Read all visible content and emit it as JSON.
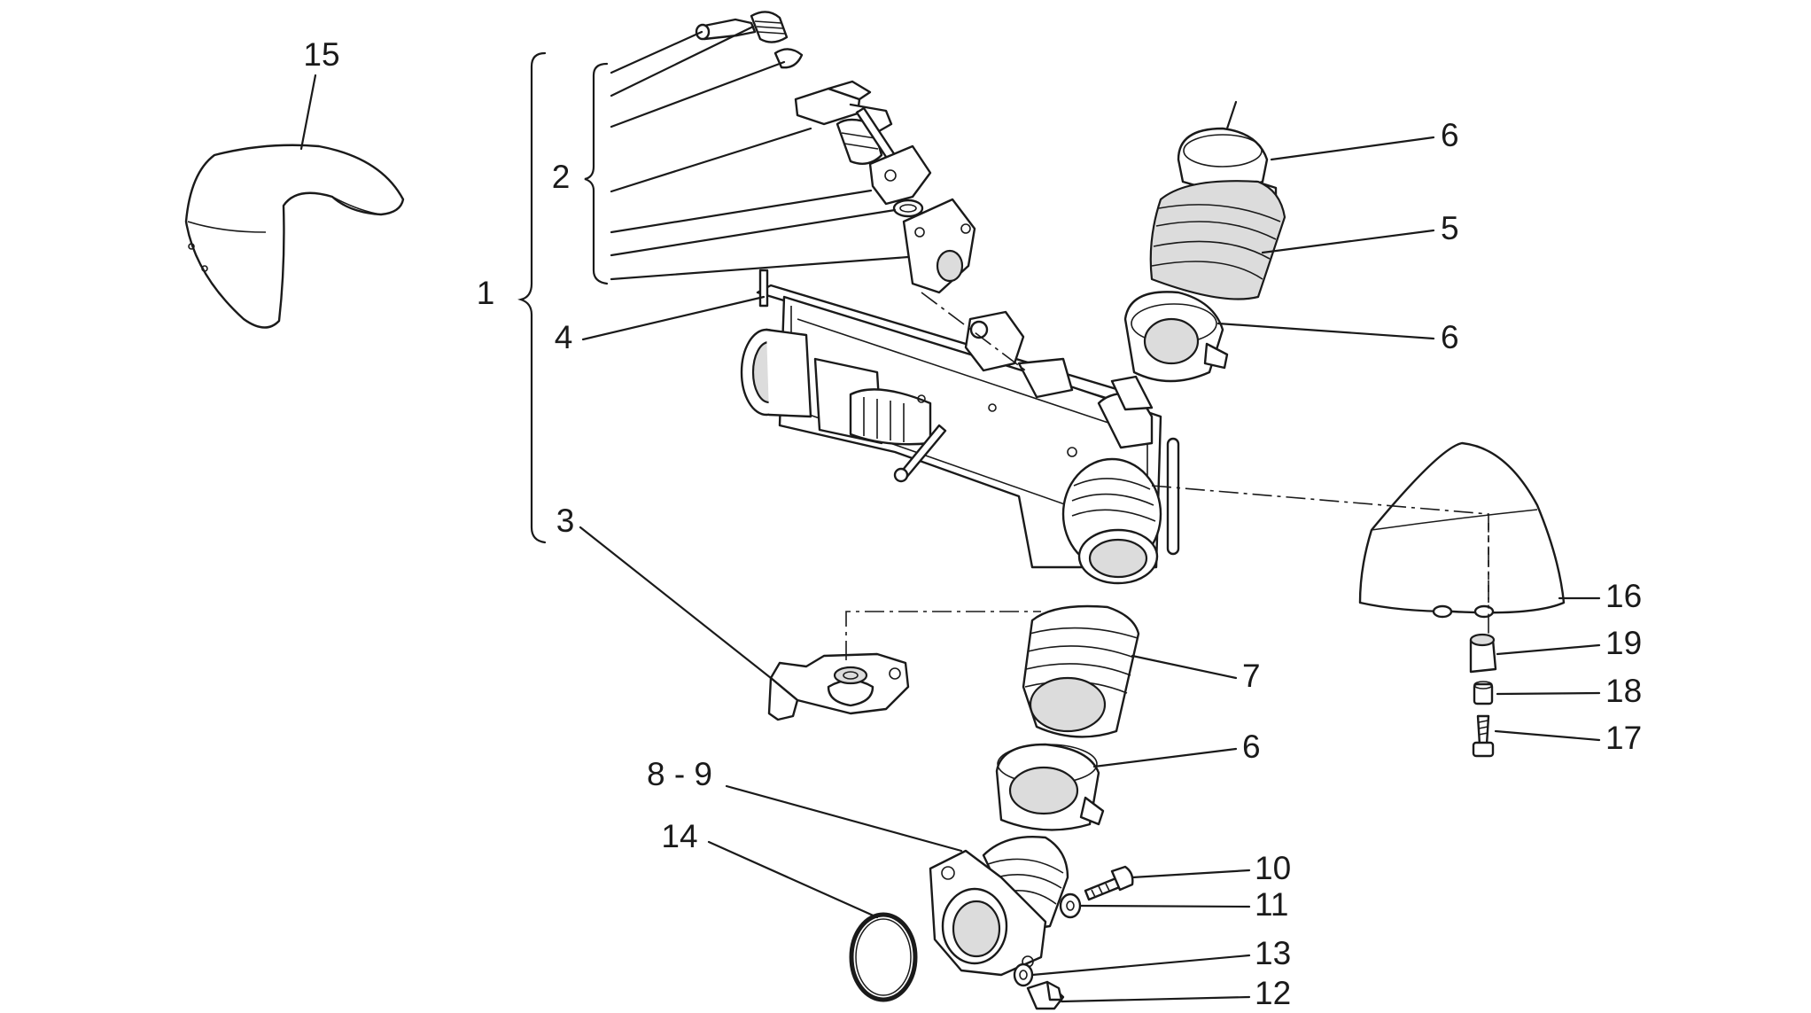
{
  "callouts": {
    "c1": "1",
    "c2": "2",
    "c3": "3",
    "c4": "4",
    "c5": "5",
    "c6a": "6",
    "c6b": "6",
    "c6c": "6",
    "c7": "7",
    "c89": "8 - 9",
    "c10": "10",
    "c11": "11",
    "c12": "12",
    "c13": "13",
    "c14": "14",
    "c15": "15",
    "c16": "16",
    "c17": "17",
    "c18": "18",
    "c19": "19"
  }
}
